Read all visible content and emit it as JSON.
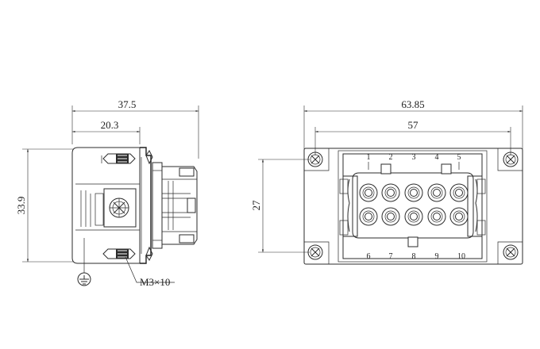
{
  "dimensions": {
    "side_width": "37.5",
    "side_partial": "20.3",
    "side_height": "33.9",
    "front_width": "63.85",
    "front_hole_spacing": "57",
    "front_height": "27"
  },
  "screw_label": "M3×10",
  "pins": {
    "top": [
      "1",
      "2",
      "3",
      "4",
      "5"
    ],
    "bottom": [
      "6",
      "7",
      "8",
      "9",
      "10"
    ]
  },
  "colors": {
    "line": "#2b2b2b",
    "background": "#ffffff"
  },
  "icons": {
    "ground": "ground-symbol-icon",
    "screw": "screw-icon"
  }
}
